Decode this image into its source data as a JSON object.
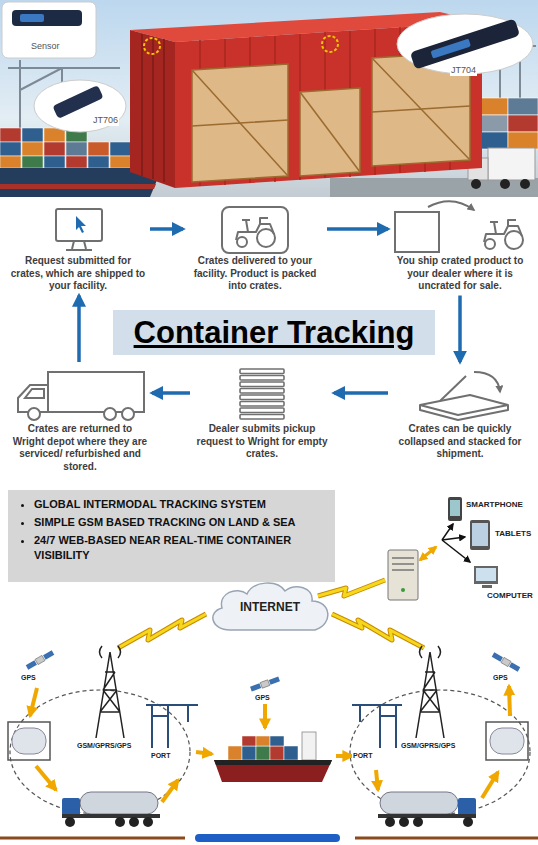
{
  "diagram": {
    "title": "Container Tracking",
    "nodes": [
      {
        "text": [
          "Request submitted for crates, which are shipped to your facility."
        ]
      },
      {
        "text": [
          "Crates delivered to your facility. Product is packed into crates."
        ]
      },
      {
        "text": [
          "You ship crated product to your dealer where it is uncrated for sale."
        ]
      },
      {
        "text": [
          "Crates are returned to Wright depot where they are serviced/ refurbished and stored."
        ]
      },
      {
        "text": [
          "Dealer submits pickup request to Wright for empty crates."
        ]
      },
      {
        "text": [
          "Crates can be quickly collapsed and stacked for shipment."
        ]
      },
      {
        "text": [
          "GLOBAL INTERMODAL TRACKING SYSTEM",
          "SIMPLE GSM BASED TRACKING ON LAND & SEA",
          "24/7 WEB-BASED NEAR REAL-TIME CONTAINER VISIBILITY"
        ]
      },
      {
        "text": [
          "INTERNET"
        ]
      }
    ],
    "edges": [
      {
        "from": 0,
        "to": 1,
        "arrow": "to"
      },
      {
        "from": 1,
        "to": 2,
        "arrow": "to"
      },
      {
        "from": 2,
        "to": 5,
        "arrow": "to"
      },
      {
        "from": 5,
        "to": 4,
        "arrow": "to"
      },
      {
        "from": 4,
        "to": 3,
        "arrow": "to"
      },
      {
        "from": 3,
        "to": 0,
        "arrow": "to"
      }
    ],
    "labels": [
      "Sensor",
      "JT704",
      "JT706",
      "SMARTPHONE",
      "TABLETS",
      "COMPUTER",
      "GPS",
      "GPS",
      "GPS",
      "GSM/GPRS/GPS",
      "PORT",
      "PORT",
      "GSM/GPRS/GPS"
    ]
  }
}
